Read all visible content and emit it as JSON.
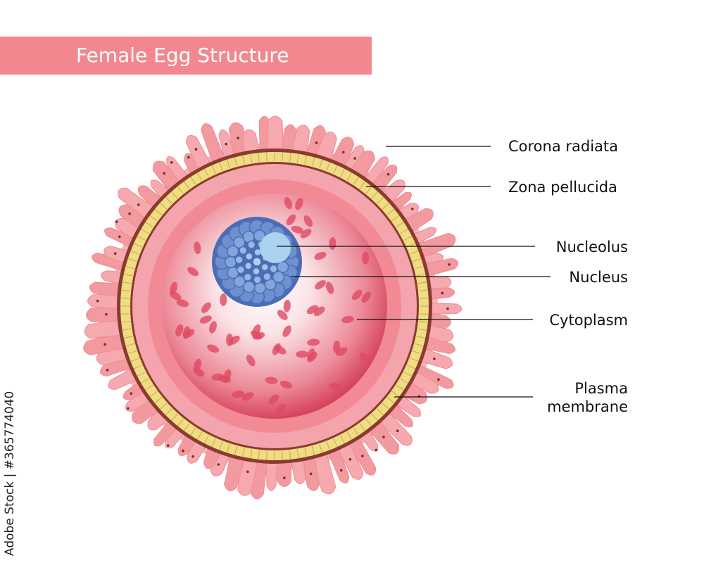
{
  "title": "Female Egg Structure",
  "labels": {
    "corona_radiata": "Corona radiata",
    "zona_pellucida": "Zona pellucida",
    "nucleolus": "Nucleolus",
    "nucleus": "Nucleus",
    "cytoplasm": "Cytoplasm",
    "plasma_membrane_line1": "Plasma",
    "plasma_membrane_line2": "membrane"
  },
  "watermark": "Adobe Stock | #365774040",
  "colors": {
    "title_bar": "#f2878f",
    "corona": "#f39aa0",
    "zona_yellow": "#f0dc82",
    "membrane_brown": "#8a3a30",
    "cytoplasm": "#e05068",
    "nucleus": "#5a7fc4",
    "nucleolus": "#a9d3ef"
  }
}
